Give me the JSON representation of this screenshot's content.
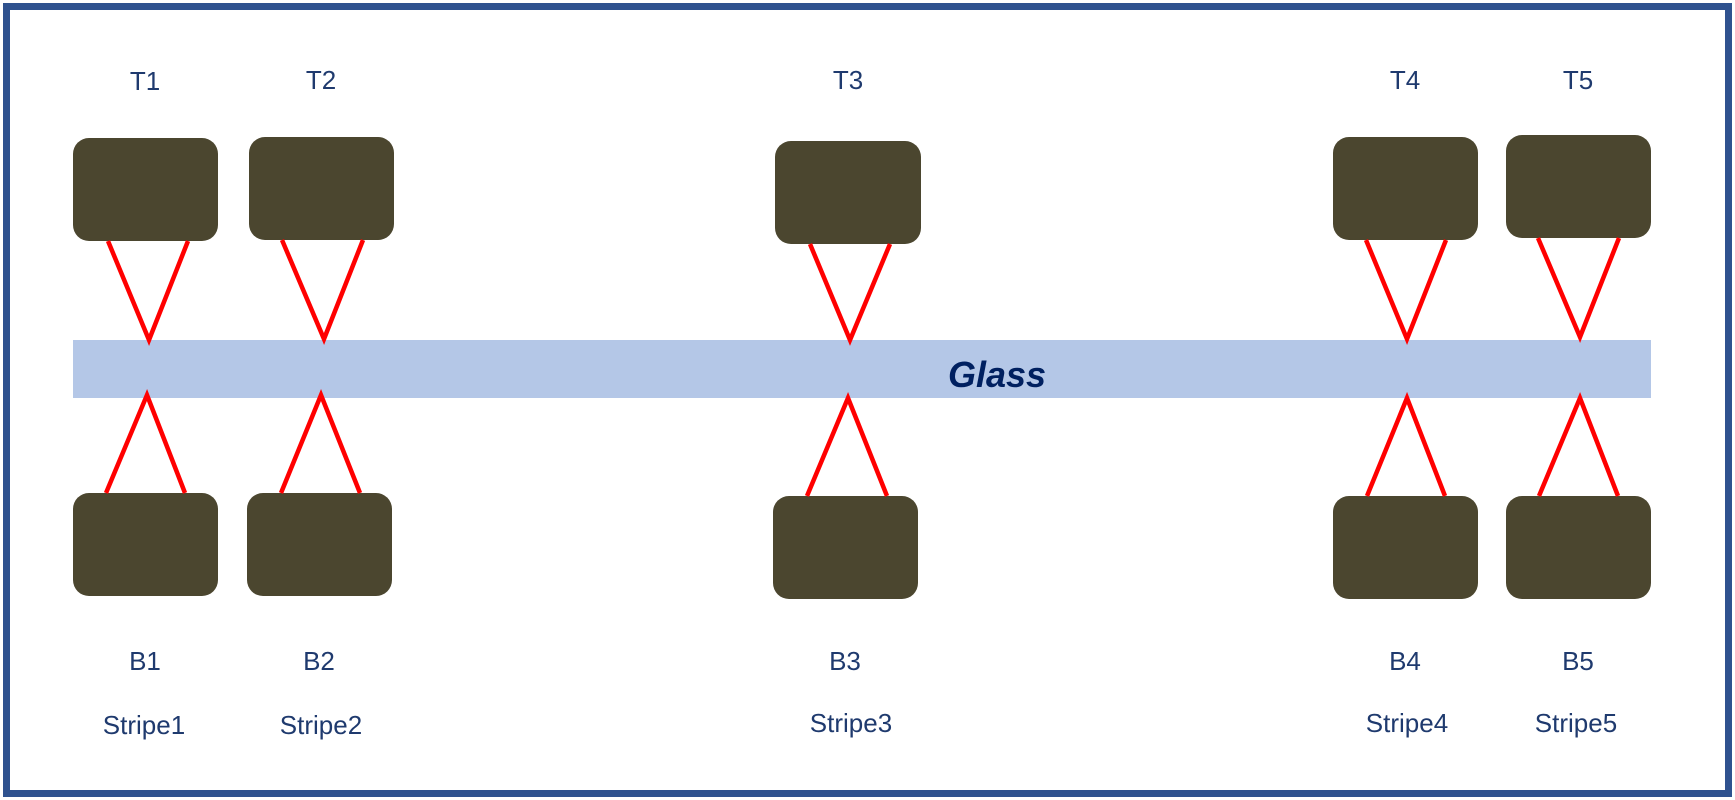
{
  "colors": {
    "frame_border": "#2F528F",
    "glass_fill": "#B4C7E7",
    "box_fill": "#4B462F",
    "beam": "#FF0000",
    "text": "#1F3A6E",
    "glass_text": "#002060"
  },
  "glass": {
    "label": "Glass"
  },
  "top_labels": [
    "T1",
    "T2",
    "T3",
    "T4",
    "T5"
  ],
  "bottom_labels": [
    "B1",
    "B2",
    "B3",
    "B4",
    "B5"
  ],
  "stripe_labels": [
    "Stripe1",
    "Stripe2",
    "Stripe3",
    "Stripe4",
    "Stripe5"
  ]
}
